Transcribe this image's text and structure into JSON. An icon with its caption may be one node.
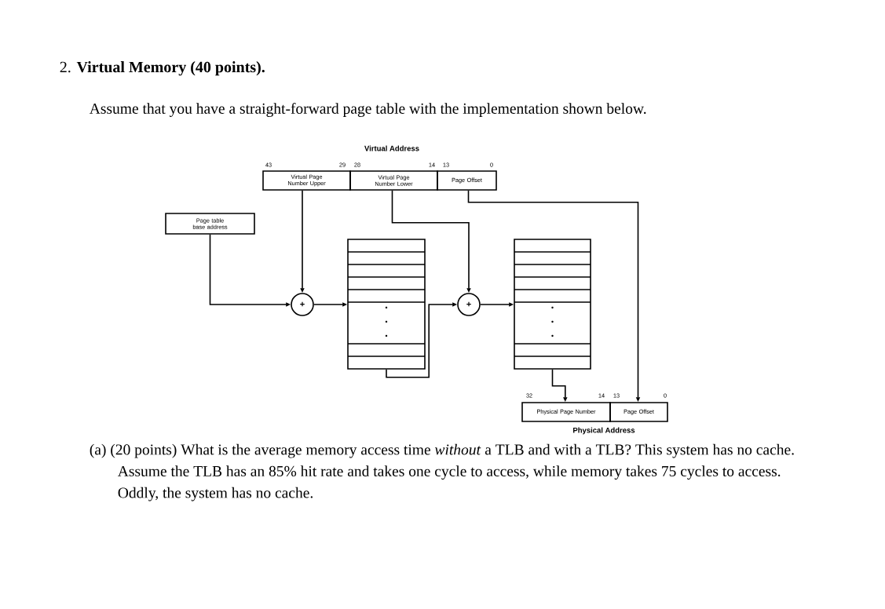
{
  "diagram": {
    "title": "2. **Virtual Memory (40 points).**",
    "nodes": [
      {
        "text": [
          "Virtual Page Number Upper"
        ]
      },
      {
        "text": [
          "Virtual Page Number Lower"
        ]
      },
      {
        "text": [
          "Page Offset"
        ]
      },
      {
        "text": [
          "Page table base address"
        ]
      },
      {
        "text": [
          "+"
        ]
      },
      {
        "text": [],
        "shape": "box"
      },
      {
        "text": [
          "+"
        ]
      },
      {
        "text": [],
        "shape": "box"
      },
      {
        "text": [
          "Physical Page Number"
        ]
      },
      {
        "text": [
          "Page Offset"
        ]
      }
    ],
    "edges": [
      {
        "from": 3,
        "to": 4,
        "arrow": "to"
      },
      {
        "from": 0,
        "to": 4,
        "arrow": "to"
      },
      {
        "from": 4,
        "to": 5,
        "arrow": "to"
      },
      {
        "from": 5,
        "to": 6,
        "arrow": "to"
      },
      {
        "from": 1,
        "to": 6,
        "arrow": "to"
      },
      {
        "from": 6,
        "to": 7,
        "arrow": "to"
      },
      {
        "from": 7,
        "to": 8,
        "arrow": "to"
      },
      {
        "from": 2,
        "to": 9,
        "arrow": "to"
      }
    ],
    "labels": [
      "Assume that you have a straight-forward page table with the implementation shown below.",
      "Virtual Address",
      "43",
      "29",
      "28",
      "14",
      "13",
      "0",
      "32",
      "14",
      "13",
      "0",
      "Physical Address",
      "(a) (20 points) What is the average memory access time *without* a TLB and with a TLB? This system has no cache. Assume the TLB has an 85% hit rate and takes one cycle to access, while memory takes 75 cycles to access. Oddly, the system has no cache."
    ]
  }
}
